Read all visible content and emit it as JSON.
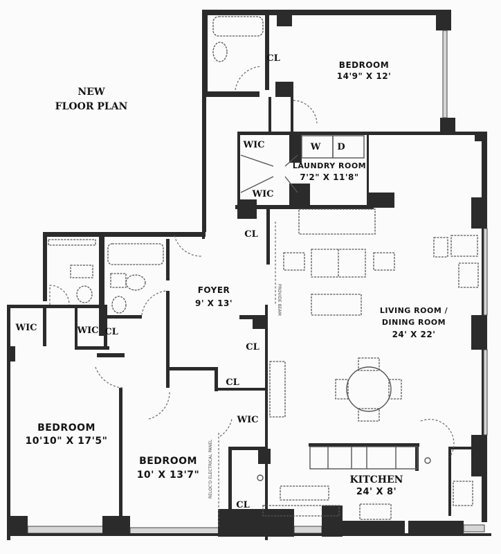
{
  "title": {
    "line1": "NEW",
    "line2": "FLOOR PLAN"
  },
  "rooms": {
    "bedroom_top": {
      "name": "BEDROOM",
      "size": "14'9\" X 12'"
    },
    "laundry": {
      "name": "LAUNDRY ROOM",
      "size": "7'2\" X 11'8\""
    },
    "foyer": {
      "name": "FOYER",
      "size": "9' X 13'"
    },
    "living": {
      "name_line1": "LIVING ROOM /",
      "name_line2": "DINING ROOM",
      "size": "24' X 22'"
    },
    "bedroom_left": {
      "name": "BEDROOM",
      "size": "10'10\" X 17'5\""
    },
    "bedroom_mid": {
      "name": "BEDROOM",
      "size": "10' X 13'7\""
    },
    "kitchen": {
      "name": "KITCHEN",
      "size": "24' X 8'"
    }
  },
  "closets": {
    "cl_top": "CL",
    "wic_laundry_top": "WIC",
    "wic_laundry_bottom": "WIC",
    "cl_foyer_top": "CL",
    "cl_foyer_mid": "CL",
    "cl_foyer_low": "CL",
    "wic_left": "WIC",
    "wic_mid": "WIC",
    "cl_bath": "CL",
    "wic_hall": "WIC",
    "cl_bottom": "CL"
  },
  "appliances": {
    "washer": "W",
    "dryer": "D"
  },
  "notes": {
    "electrical_panel": "RELOC'D ELECTRICAL PANEL",
    "foyer_note": "PROVIDE BEAM"
  },
  "colors": {
    "wall": "#2b2b2b",
    "background": "#fbfbfb",
    "text": "#141414"
  }
}
